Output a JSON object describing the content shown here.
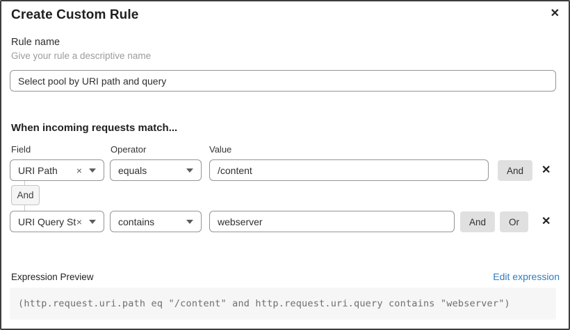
{
  "dialog": {
    "title": "Create Custom Rule"
  },
  "icons": {
    "close": "✕",
    "clear": "×",
    "remove": "✕"
  },
  "rule_name": {
    "label": "Rule name",
    "hint": "Give your rule a descriptive name",
    "value": "Select pool by URI path and query"
  },
  "matcher": {
    "heading": "When incoming requests match...",
    "columns": {
      "field": "Field",
      "operator": "Operator",
      "value": "Value"
    },
    "connector_label": "And",
    "rows": [
      {
        "field": "URI Path",
        "operator": "equals",
        "value": "/content",
        "buttons": [
          "And"
        ]
      },
      {
        "field": "URI Query St...",
        "operator": "contains",
        "value": "webserver",
        "buttons": [
          "And",
          "Or"
        ]
      }
    ]
  },
  "expression": {
    "label": "Expression Preview",
    "edit_link": "Edit expression",
    "code": "(http.request.uri.path eq \"/content\" and http.request.uri.query contains \"webserver\")"
  },
  "colors": {
    "link_blue": "#2e7cbf",
    "button_gray": "#e0e0e0",
    "border_gray": "#949494",
    "code_bg": "#f6f6f6"
  }
}
